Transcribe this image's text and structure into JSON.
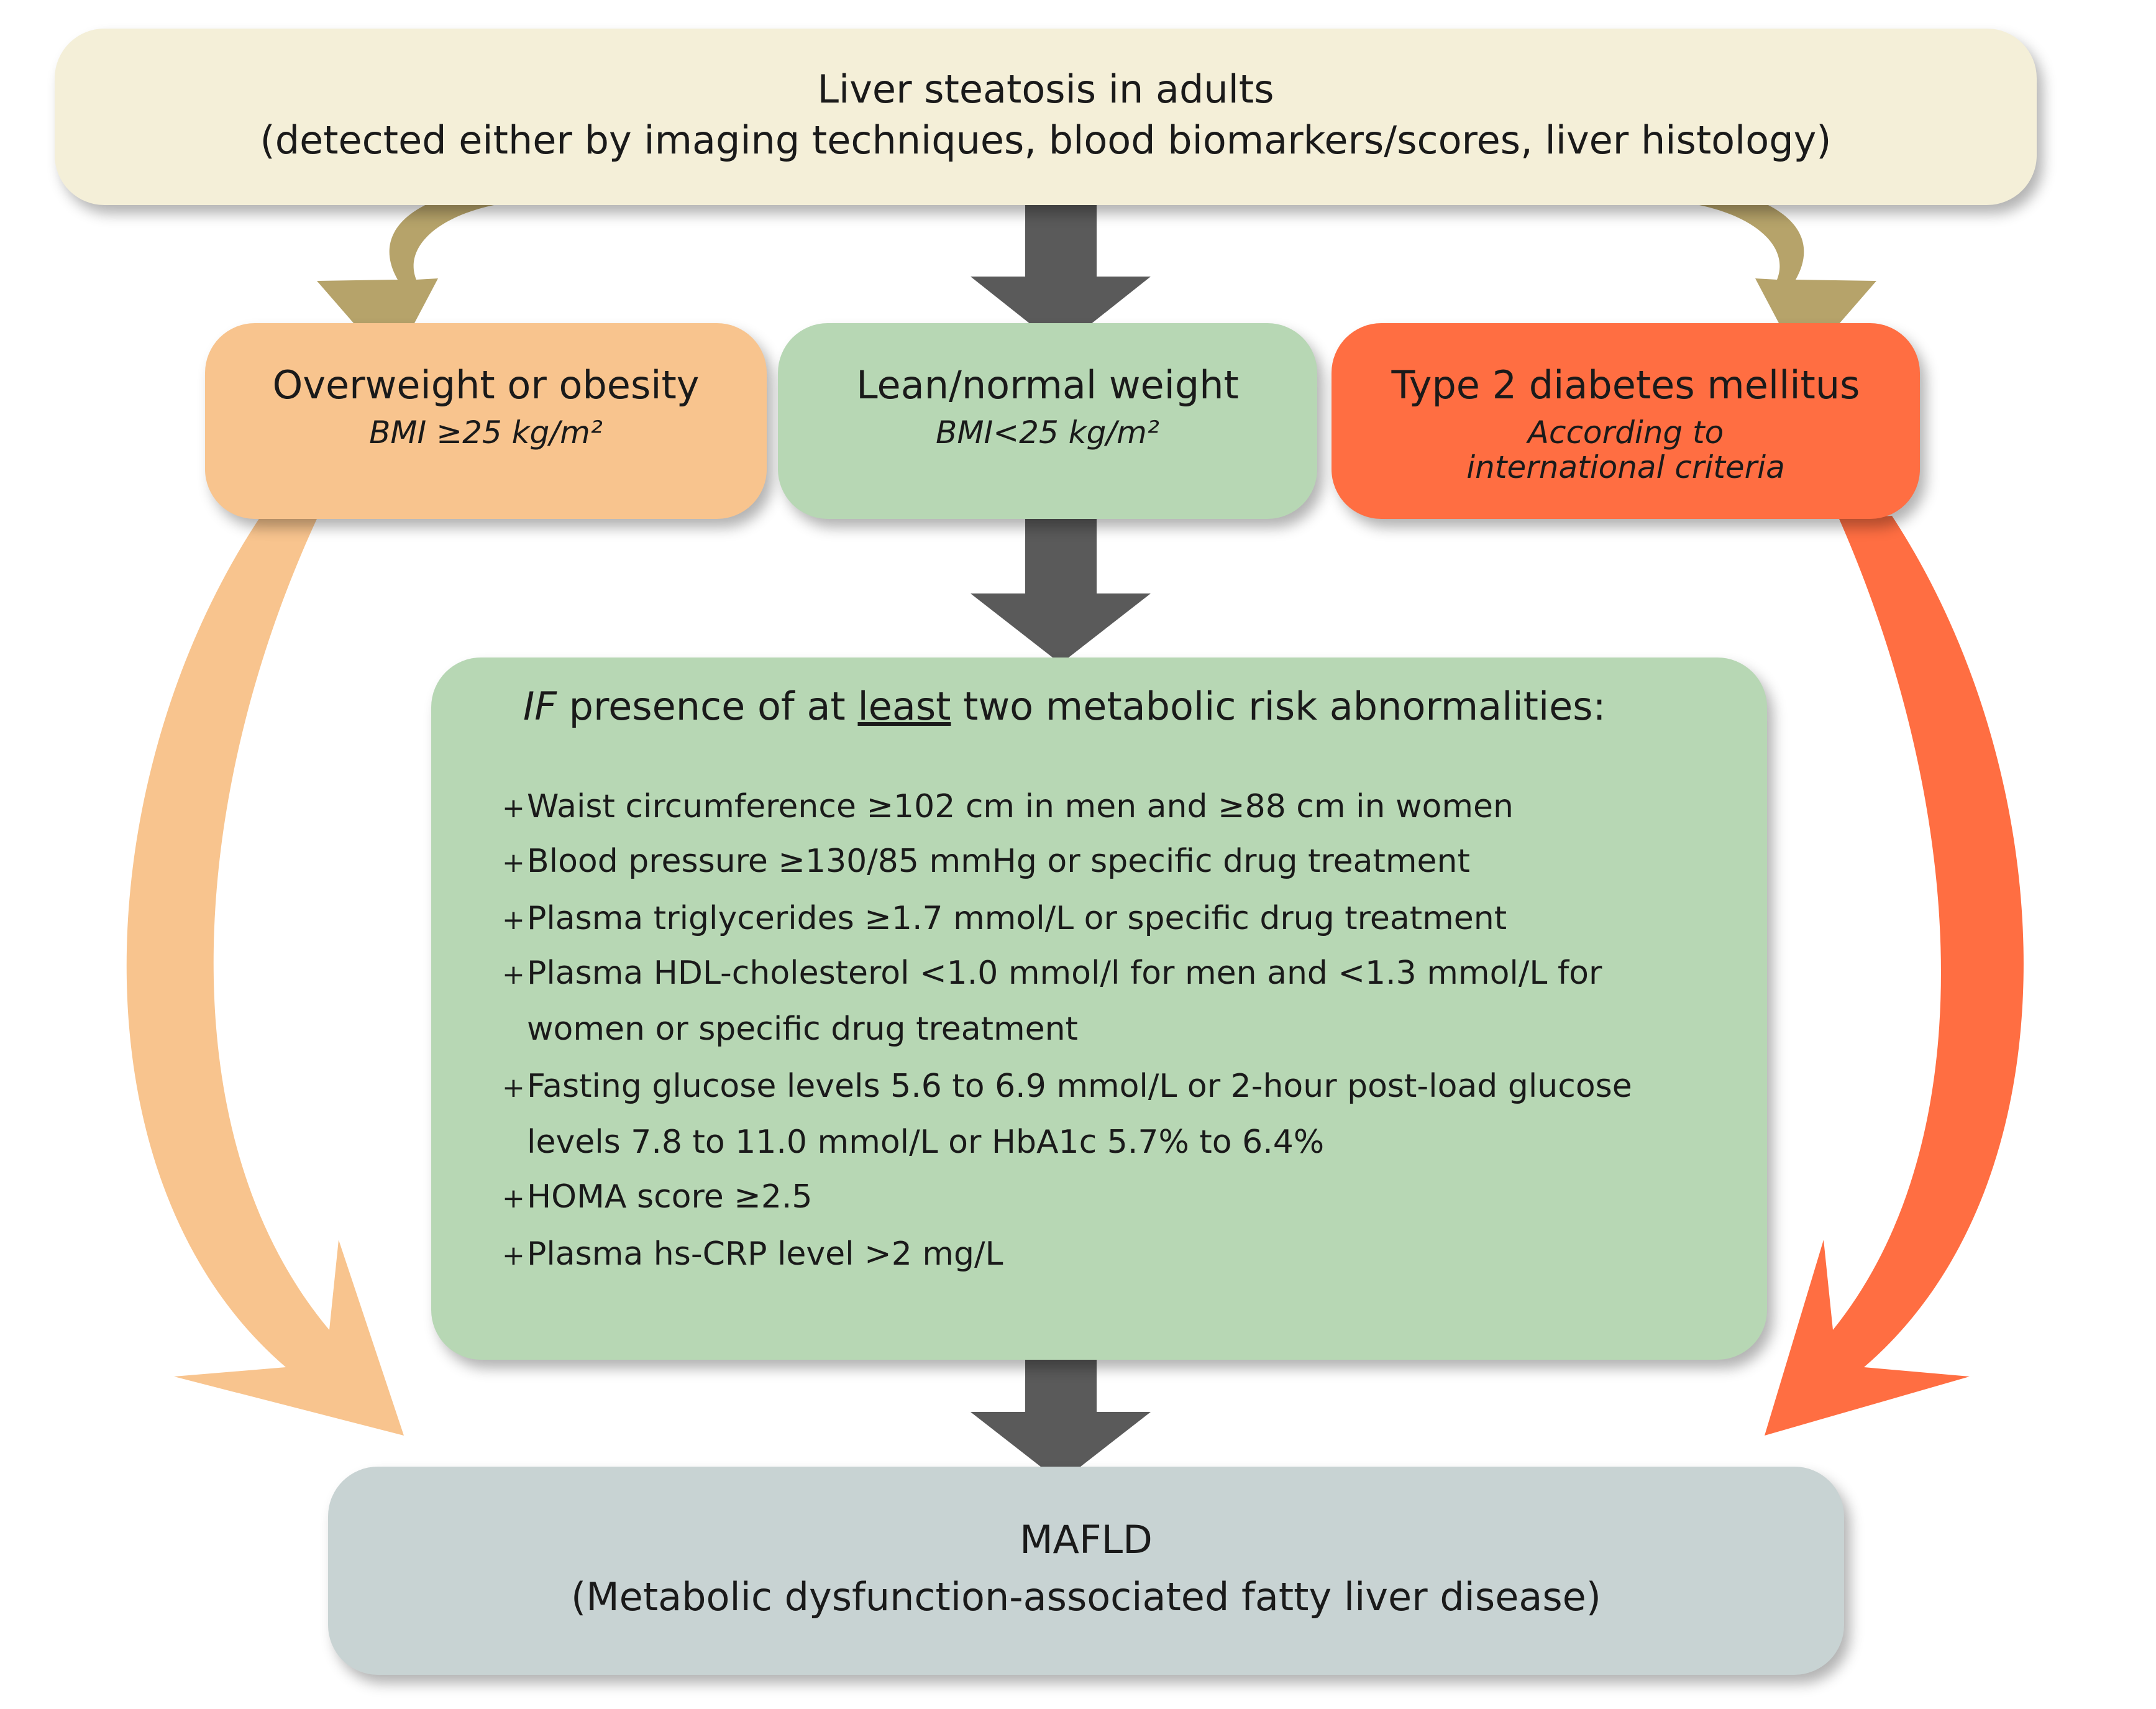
{
  "colors": {
    "top_box": "#f4efd8",
    "overweight_box": "#f8c48e",
    "lean_box": "#b7d7b4",
    "diabetes_box": "#ff6e42",
    "criteria_box": "#b7d7b4",
    "mafld_box": "#c8d3d3",
    "gray_arrow": "#5a5a5a",
    "tan_arrow": "#b6a36a",
    "orange_arrow": "#f8c48e",
    "red_arrow": "#ff6e42"
  },
  "top": {
    "title": "Liver steatosis in adults",
    "subtitle": "(detected either by imaging techniques, blood biomarkers/scores, liver histology)"
  },
  "categories": {
    "overweight": {
      "title": "Overweight or obesity",
      "subtitle": "BMI ≥25 kg/m²"
    },
    "lean": {
      "title": "Lean/normal weight",
      "subtitle": "BMI<25 kg/m²"
    },
    "diabetes": {
      "title": "Type 2 diabetes mellitus",
      "subtitle_line1": "According to",
      "subtitle_line2": "international criteria"
    }
  },
  "criteria": {
    "heading_if": "IF",
    "heading_pre": " presence of at ",
    "heading_least": "least",
    "heading_post": " two metabolic risk abnormalities:",
    "bullet": "+",
    "items": [
      {
        "text": "Waist circumference ≥102 cm in men and ≥88 cm in women"
      },
      {
        "text": "Blood pressure ≥130/85 mmHg or specific drug treatment"
      },
      {
        "text": "Plasma triglycerides ≥1.7 mmol/L or specific drug treatment"
      },
      {
        "text": "Plasma HDL-cholesterol <1.0 mmol/l for men and <1.3 mmol/L for",
        "cont": "women or specific drug treatment"
      },
      {
        "text": "Fasting glucose levels 5.6 to 6.9 mmol/L or 2-hour post-load glucose",
        "cont": "levels 7.8 to 11.0 mmol/L or HbA1c 5.7% to 6.4%"
      },
      {
        "text": "HOMA score ≥2.5"
      },
      {
        "text": "Plasma hs-CRP level >2 mg/L"
      }
    ]
  },
  "mafld": {
    "title": "MAFLD",
    "subtitle": "(Metabolic dysfunction-associated fatty liver disease)"
  }
}
